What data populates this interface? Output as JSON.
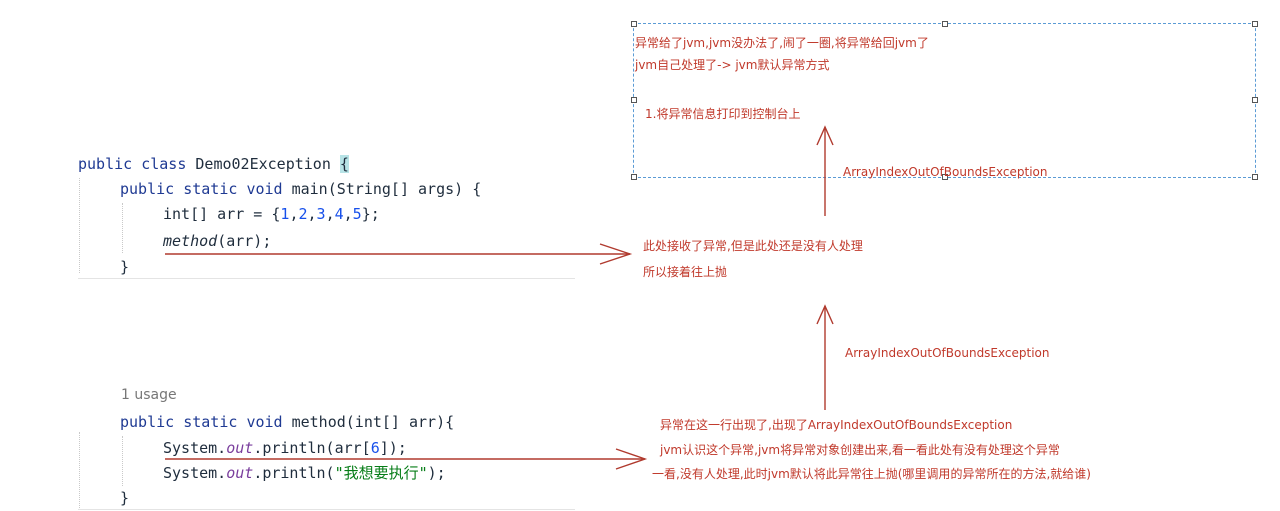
{
  "code_block_1": {
    "line1": {
      "kw1": "public",
      "kw2": "class",
      "name": "Demo02Exception",
      "brace": "{"
    },
    "line2": {
      "kw1": "public",
      "kw2": "static",
      "kw3": "void",
      "rest": "main(String[] args) {"
    },
    "line3": {
      "pre": "int[] arr = {",
      "n1": "1",
      "n2": "2",
      "n3": "3",
      "n4": "4",
      "n5": "5",
      "post": "};",
      "comma": ","
    },
    "line4": {
      "call": "method",
      "rest": "(arr);"
    },
    "line5": {
      "brace": "}"
    }
  },
  "code_block_2": {
    "usage": "1 usage",
    "line1": {
      "kw1": "public",
      "kw2": "static",
      "kw3": "void",
      "rest": "method(int[] arr){"
    },
    "line2": {
      "pre": "System.",
      "field": "out",
      "mid": ".println(arr[",
      "num": "6",
      "post": "]);"
    },
    "line3": {
      "pre": "System.",
      "field": "out",
      "mid": ".println(",
      "str": "\"我想要执行\"",
      "post": ");"
    },
    "line4": {
      "brace": "}"
    }
  },
  "notes": {
    "top_box_line1": "异常给了jvm,jvm没办法了,闹了一圈,将异常给回jvm了",
    "top_box_line2": "jvm自己处理了-> jvm默认异常方式",
    "top_box_line3": "1.将异常信息打印到控制台上",
    "top_exception_label": "ArrayIndexOutOfBoundsException",
    "middle_line1": "此处接收了异常,但是此处还是没有人处理",
    "middle_line2": "所以接着往上抛",
    "mid_exception_label": "ArrayIndexOutOfBoundsException",
    "bottom_line1": "异常在这一行出现了,出现了ArrayIndexOutOfBoundsException",
    "bottom_line2": "jvm认识这个异常,jvm将异常对象创建出来,看一看此处有没有处理这个异常",
    "bottom_line3": "一看,没有人处理,此时jvm默认将此异常往上抛(哪里调用的异常所在的方法,就给谁)"
  },
  "colors": {
    "annotation": "#c0392b",
    "selection": "#5b9bd5"
  }
}
